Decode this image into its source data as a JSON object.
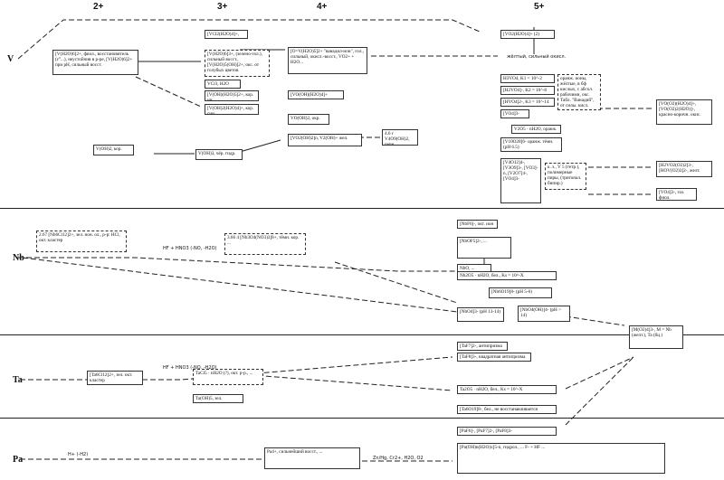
{
  "headers": [
    "2+",
    "3+",
    "4+",
    "5+"
  ],
  "elements": {
    "v": "V",
    "nb": "Nb",
    "ta": "Ta",
    "pa": "Pa"
  },
  "v_section": {
    "v2_aqua": "[V(H2O)6]2+, фиол., восстановитель (ε°...), неустойчив в р-ре, [V(H2O)6]2+ при pH, сильный восст.",
    "v2_oh": "V(OH)2, кор.",
    "v3_cl": "[VCl2(H2O)4]+, зел.",
    "v3_aqua": "[V(H2O)6]3+, (зелено-гол.), сильный восст., [V(H2O)5(OH)]2+, окс. от голубых цветов",
    "v3_dcl": "VCl3, H2O",
    "v3_oh1": "[V(OH)(H2O)5]2+, кор. ин.",
    "v3_oh2": "[V(OH)2(H2O)4]+, кор. син.",
    "v3_oh3": "V(OH)3, чёр. гидр.",
    "v4_vo": "[O=V(H2O)5]2+ \"ванадил-ион\", гол., сильный, окисл.-восст., VO2+ + H2O...",
    "v4_oh": "[VO(OH)(H2O)4]+",
    "v4_voh2": "VO(OH)2, окр.",
    "v4_poly": "[VO2(OH)2]n, V2(OH)+ жел.",
    "v4_v4o9": "4.6 г V4O9(OH)2, черн.",
    "v5_top": "[VO2(H2O)4]+ (2)",
    "v5_yellow": "жёлтый, сильный окисл.",
    "v5_h3vo4": "H3VO4, K1 = 10^-2",
    "v5_h2vo4": "[H2VO4]-, K2 = 10^-8",
    "v5_hvo4": "[HVO4]2-, K3 = 10^-14",
    "v5_vo4": "[VO4]3-",
    "v5_desc": "оранж. ионы, жёлтые, в бф кислых, с абсол. рабочими, окс. Табл. \"Ванадий\", от силы. кисл.",
    "v5_v2o5": "V2O5 · nH2O, оранж.",
    "v5_v10": "[V10O28]6- оранж. тёмн. (pH 6.5)",
    "v5_poly": "[V4O12]4-, [V3O9]3-, [VO3]-n, [V2O7]4-, [VO4]3-",
    "v5_poly_desc": "к. з., V 5 (тетр.), полимерные пиры, (тригонал. бипир.)",
    "v5_peroxo": "[VO(O2)(H2O)4]+, [VO(O2)2(H2O)]-, красно-коричн. окис.",
    "v5_peroxo2": "[H2VO2(O2)2]3-, [HOV(O2)3]2-, желт.",
    "v5_vo4_blue": "[VO4]3-, гоз. фиол."
  },
  "nb_section": {
    "nb_cluster": "2.67 [Nb6Cl12]2+, зел. нон. ол., р-р: HCl, окт. кластер",
    "nb_oxo": "3.66 4 [Nb3O4(NO3)3]8+, тёмн. кор. ...",
    "nb_f": "[NbF6]-, окт. ион",
    "nb_oxof": "[NbOF5]2-, ...",
    "nb_nbo": "NbO, ...",
    "nb_nb2o5": "Nb2O5 · nH2O, бел., Ks = 10^-X",
    "nb_nb6o19": "[Nb6O19]8- (pH 5-6)",
    "nb_nbo4": "[NbO4]3- (pH 13-14)",
    "nb_nbo4_oh": "[NbO4(OH)]4- (pH > 14)",
    "nb_hf": "HF + HNO3 (-NO, -H2O)",
    "nb_m": "[M(O2)4]3-, M = Nb (желт.), Ta (бц.)"
  },
  "ta_section": {
    "ta_cluster": "[Ta6Cl12]2+, зел. окт. кластер",
    "ta_cl": "TaCl5 · nH2O (?), окт. р-р., ...",
    "ta_oh": "Ta(OH)5, зел.",
    "ta_f": "[TaF7]2-, антипризма",
    "ta_f2": "[TaF8]3-, квадратная антипризма",
    "ta_oxo": "Ta2O5 · nH2O, бел., Ks = 10^-X",
    "ta_poly": "[Ta6O19]8-, бел., не восстанавливается",
    "ta_hf": "HF + HNO3 (-NO, -H2O)"
  },
  "pa_section": {
    "pa_ion": "Pa4+, сильнейший восст., ...",
    "pa_f": "[PaF6]-, [PaF7]2-, [PaF8]3-",
    "pa_oh": "[Pa(OH)n(H2O)x]5-n, гидрол., ... F- + HF ...",
    "pa_hydr": "H+ (-H2)",
    "pa_zn": "Zn/Hg, Cr2+, H2O, O2"
  }
}
